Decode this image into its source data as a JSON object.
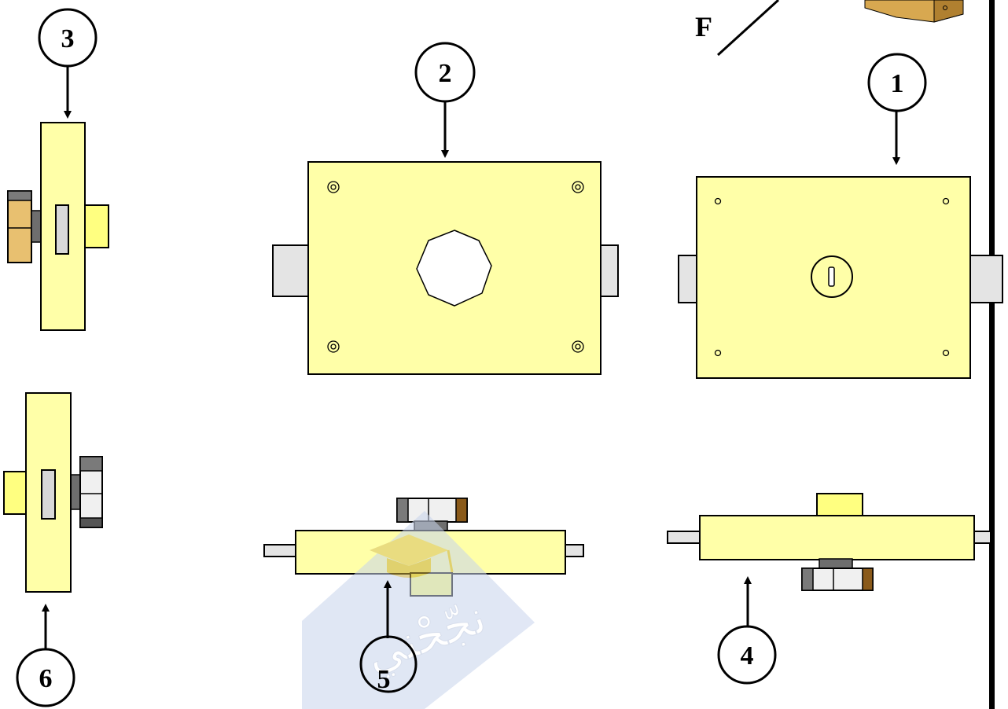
{
  "drawing": {
    "colors": {
      "body": "#ffffa8",
      "shaft": "#e4e4e4",
      "boss": "#ffff80",
      "nut_light": "#f0f0f0",
      "nut_dark": "#7a7a7a",
      "nut_tan": "#e8c070",
      "nut_brown": "#8a5a1a",
      "iso_block": "#d8a850",
      "watermark": "#c8d4ec",
      "stroke": "#000000"
    },
    "direction_label": "F",
    "views": [
      {
        "id": "view-1",
        "callout": "1"
      },
      {
        "id": "view-2",
        "callout": "2"
      },
      {
        "id": "view-3",
        "callout": "3"
      },
      {
        "id": "view-4",
        "callout": "4"
      },
      {
        "id": "view-5",
        "callout": "5"
      },
      {
        "id": "view-6",
        "callout": "6"
      }
    ],
    "watermark": {
      "logo": "graduation-cap-icon",
      "text": "نجّحْني"
    }
  }
}
